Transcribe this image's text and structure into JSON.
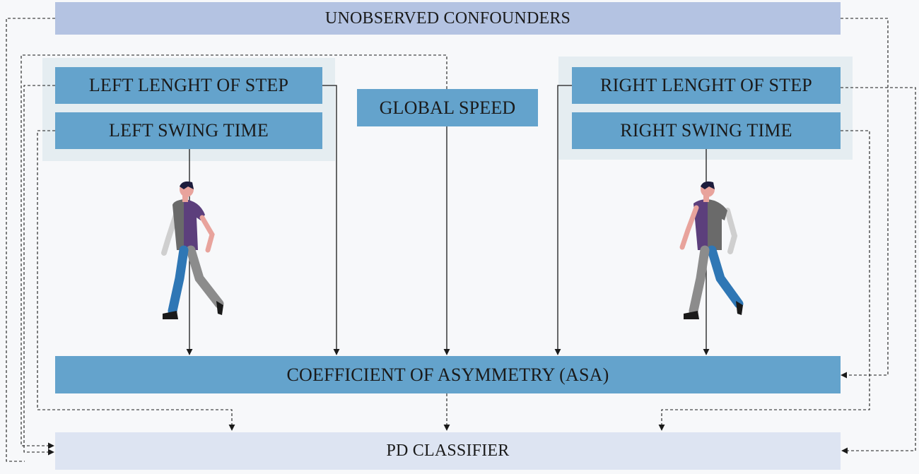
{
  "nodes": {
    "unobserved_confounders": "UNOBSERVED CONFOUNDERS",
    "left_length_of_step": "LEFT LENGHT OF STEP",
    "left_swing_time": "LEFT SWING TIME",
    "global_speed": "GLOBAL SPEED",
    "right_length_of_step": "RIGHT LENGHT OF STEP",
    "right_swing_time": "RIGHT SWING TIME",
    "coefficient_of_asymmetry": "COEFFICIENT OF ASYMMETRY (ASA)",
    "pd_classifier": "PD CLASSIFIER"
  },
  "edges": {
    "solid": [
      "left_swing_time -> coefficient_of_asymmetry",
      "left_length_of_step -> coefficient_of_asymmetry",
      "global_speed -> coefficient_of_asymmetry",
      "right_length_of_step -> coefficient_of_asymmetry",
      "right_swing_time -> coefficient_of_asymmetry"
    ],
    "dashed": [
      "unobserved_confounders -> coefficient_of_asymmetry",
      "unobserved_confounders -> pd_classifier",
      "global_speed -> pd_classifier",
      "left_length_of_step -> pd_classifier",
      "left_swing_time -> pd_classifier",
      "right_length_of_step -> pd_classifier",
      "right_swing_time -> pd_classifier",
      "coefficient_of_asymmetry -> pd_classifier"
    ]
  },
  "colors": {
    "pale_node": "#b4c3e2",
    "blue_node": "#64a3cc",
    "classifier_node": "#dde4f2",
    "group_panel": "#e5edf1",
    "edge": "#1a1a1a",
    "skin": "#e8a39c",
    "hair": "#1c1c3c",
    "shirt_purple": "#5c3f7c",
    "shirt_gray": "#6a6a6a",
    "pants_blue": "#2f77b5",
    "pants_gray": "#8c8c8c"
  },
  "icons": [
    "walking-person-icon-left",
    "walking-person-icon-right"
  ]
}
